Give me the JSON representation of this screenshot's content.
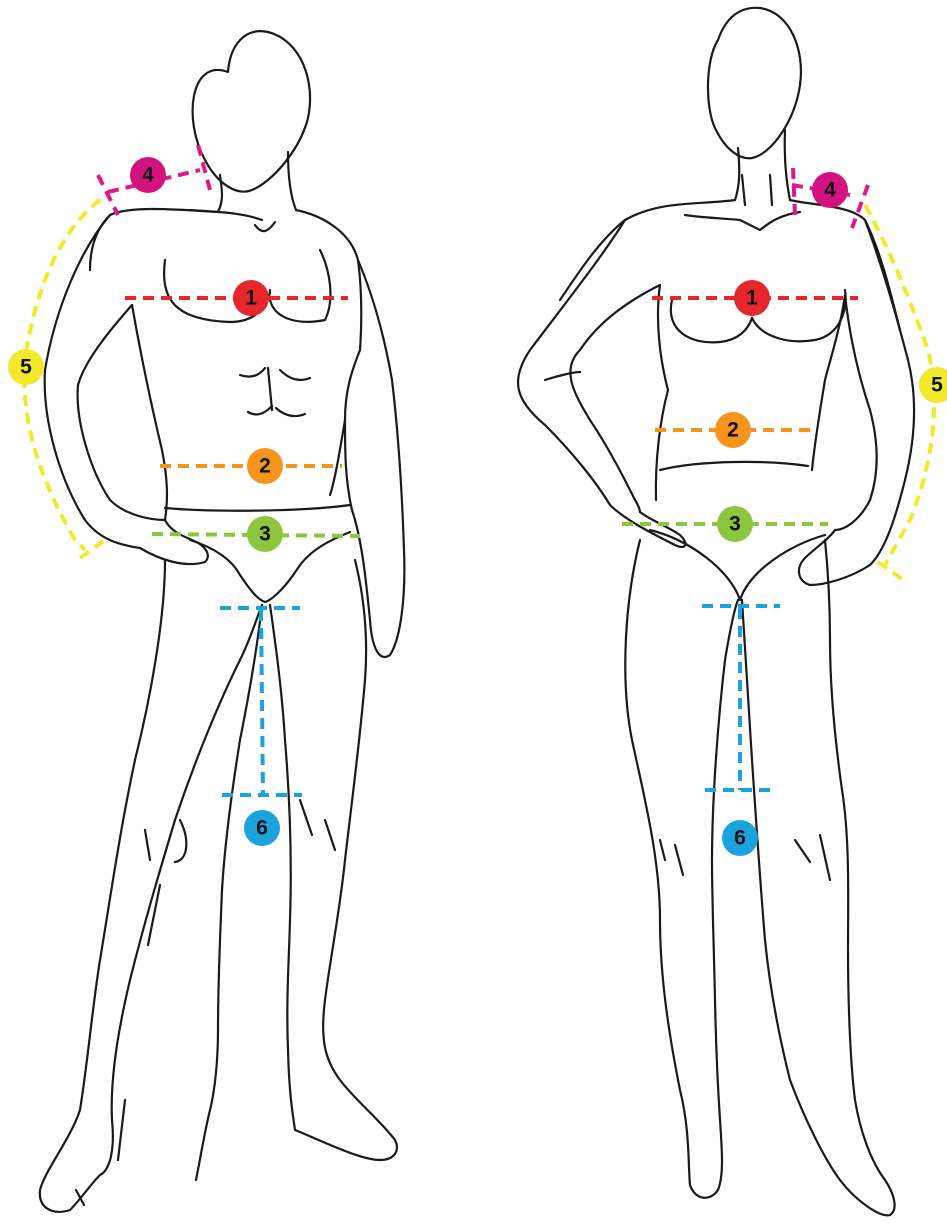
{
  "figures": [
    {
      "id": "male",
      "markers": [
        {
          "n": "1",
          "color": "#e5262b",
          "text_color": "#111111"
        },
        {
          "n": "2",
          "color": "#f7941d",
          "text_color": "#111111"
        },
        {
          "n": "3",
          "color": "#8cc63f",
          "text_color": "#111111"
        },
        {
          "n": "4",
          "color": "#d4127f",
          "text_color": "#111111"
        },
        {
          "n": "5",
          "color": "#f2e92c",
          "text_color": "#111111"
        },
        {
          "n": "6",
          "color": "#1aa3dd",
          "text_color": "#111111"
        }
      ]
    },
    {
      "id": "female",
      "markers": [
        {
          "n": "1",
          "color": "#e5262b",
          "text_color": "#111111"
        },
        {
          "n": "2",
          "color": "#f7941d",
          "text_color": "#111111"
        },
        {
          "n": "3",
          "color": "#8cc63f",
          "text_color": "#111111"
        },
        {
          "n": "4",
          "color": "#d4127f",
          "text_color": "#111111"
        },
        {
          "n": "5",
          "color": "#f2e92c",
          "text_color": "#111111"
        },
        {
          "n": "6",
          "color": "#1aa3dd",
          "text_color": "#111111"
        }
      ]
    }
  ],
  "line_colors": {
    "chest": "#e5262b",
    "waist": "#f7941d",
    "hips": "#8cc63f",
    "shoulder": "#e0188a",
    "sleeve": "#f2e92c",
    "inseam": "#1aa3dd"
  }
}
